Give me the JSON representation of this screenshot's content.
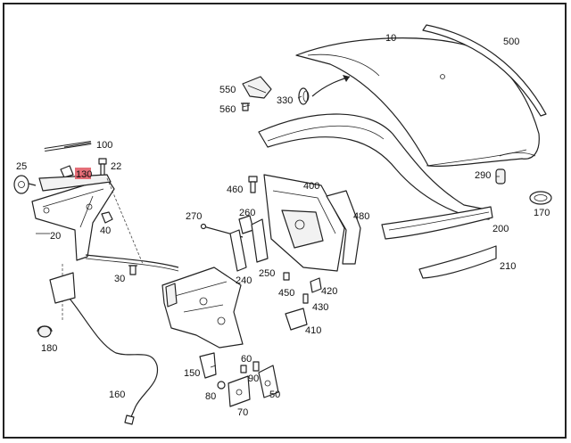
{
  "diagram": {
    "highlight_color": "#e05560",
    "highlighted_label": "130",
    "callouts": [
      {
        "id": "10",
        "text": "10"
      },
      {
        "id": "500",
        "text": "500"
      },
      {
        "id": "550",
        "text": "550"
      },
      {
        "id": "560",
        "text": "560"
      },
      {
        "id": "330",
        "text": "330"
      },
      {
        "id": "100",
        "text": "100"
      },
      {
        "id": "25",
        "text": "25"
      },
      {
        "id": "130",
        "text": "130"
      },
      {
        "id": "22",
        "text": "22"
      },
      {
        "id": "20",
        "text": "20"
      },
      {
        "id": "40",
        "text": "40"
      },
      {
        "id": "290",
        "text": "290"
      },
      {
        "id": "170",
        "text": "170"
      },
      {
        "id": "400",
        "text": "400"
      },
      {
        "id": "460",
        "text": "460"
      },
      {
        "id": "480",
        "text": "480"
      },
      {
        "id": "270",
        "text": "270"
      },
      {
        "id": "260",
        "text": "260"
      },
      {
        "id": "200",
        "text": "200"
      },
      {
        "id": "210",
        "text": "210"
      },
      {
        "id": "30",
        "text": "30"
      },
      {
        "id": "240",
        "text": "240"
      },
      {
        "id": "250",
        "text": "250"
      },
      {
        "id": "450",
        "text": "450"
      },
      {
        "id": "420",
        "text": "420"
      },
      {
        "id": "430",
        "text": "430"
      },
      {
        "id": "410",
        "text": "410"
      },
      {
        "id": "180",
        "text": "180"
      },
      {
        "id": "150",
        "text": "150"
      },
      {
        "id": "60",
        "text": "60"
      },
      {
        "id": "90",
        "text": "90"
      },
      {
        "id": "80",
        "text": "80"
      },
      {
        "id": "50",
        "text": "50"
      },
      {
        "id": "70",
        "text": "70"
      },
      {
        "id": "160",
        "text": "160"
      }
    ]
  }
}
